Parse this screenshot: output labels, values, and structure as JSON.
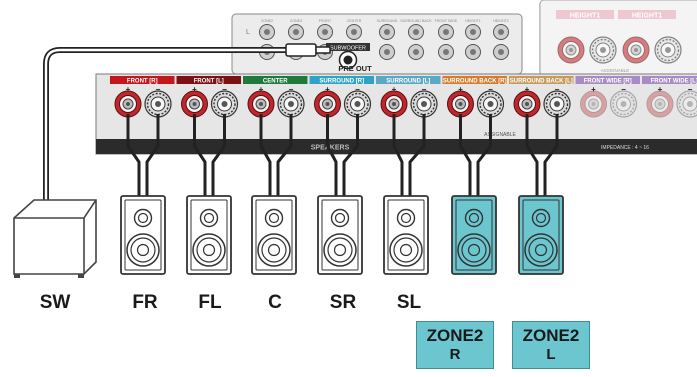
{
  "colors": {
    "front_r": "#c4161c",
    "front_l": "#7d1015",
    "center": "#1f7a3e",
    "surround_r": "#2ea3c8",
    "surround_l": "#5ba7c6",
    "surround_back_r": "#d77a2b",
    "surround_back_l": "#c79a5c",
    "front_wide": "#a88bc4",
    "height": "#e8b6c0",
    "zone_fill": "#6bc6cf",
    "terminal_red": "#c0272d",
    "panel": "#e6e6e6"
  },
  "top_panel": {
    "jack_labels": [
      "ZONE2",
      "ZONE3",
      "FRONT",
      "CENTER",
      "SURROUND",
      "SURROUND BACK",
      "FRONT WIDE",
      "HEIGHT1",
      "HEIGHT2"
    ],
    "subwoofer_label": "SUBWOOFER",
    "pre_out_label": "PRE OUT"
  },
  "height_panel": {
    "labels": [
      "HEIGHT1",
      "HEIGHT1"
    ],
    "assignable": "ASSIGNABLE"
  },
  "speaker_panel": {
    "groups": [
      {
        "label": "FRONT",
        "badge": "R",
        "color": "front_r"
      },
      {
        "label": "FRONT",
        "badge": "L",
        "color": "front_l"
      },
      {
        "label": "CENTER",
        "badge": "",
        "color": "center"
      },
      {
        "label": "SURROUND",
        "badge": "R",
        "color": "surround_r"
      },
      {
        "label": "SURROUND",
        "badge": "L",
        "color": "surround_l"
      },
      {
        "label": "SURROUND BACK",
        "badge": "R",
        "color": "surround_back_r"
      },
      {
        "label": "SURROUND BACK",
        "badge": "L",
        "color": "surround_back_l"
      },
      {
        "label": "FRONT WIDE",
        "badge": "R",
        "color": "front_wide"
      },
      {
        "label": "FRONT WIDE",
        "badge": "L",
        "color": "front_wide"
      }
    ],
    "speakers_label": "SPEAKERS",
    "assignable": "ASSIGNABLE",
    "impedance": "IMPEDANCE : 4 ~ 16"
  },
  "devices": {
    "subwoofer": "SW",
    "speakers": [
      {
        "label": "FR",
        "zone": false
      },
      {
        "label": "FL",
        "zone": false
      },
      {
        "label": "C",
        "zone": false
      },
      {
        "label": "SR",
        "zone": false
      },
      {
        "label": "SL",
        "zone": false
      },
      {
        "label": "",
        "zone": true
      },
      {
        "label": "",
        "zone": true
      }
    ]
  },
  "zone_labels": [
    {
      "line1": "ZONE2",
      "line2": "R"
    },
    {
      "line1": "ZONE2",
      "line2": "L"
    }
  ]
}
